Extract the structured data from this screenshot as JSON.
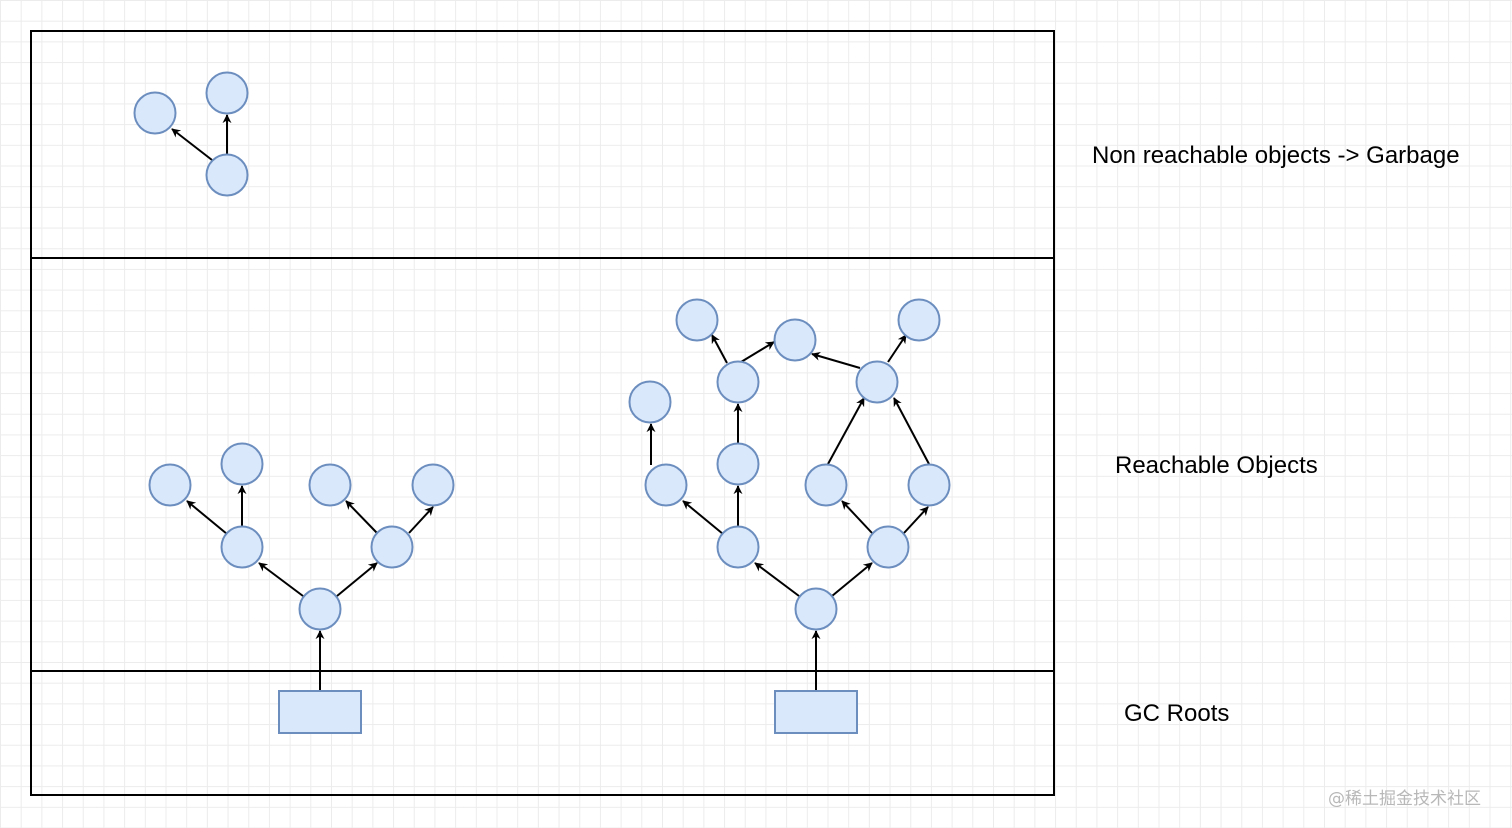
{
  "labels": {
    "garbage": "Non reachable objects -> Garbage",
    "reachable": "Reachable Objects",
    "roots": "GC Roots"
  },
  "watermark": "@稀土掘金技术社区",
  "colors": {
    "node_fill": "#dae8fc",
    "node_stroke": "#6c8ebf",
    "border": "#000000",
    "grid": "#ececec"
  }
}
